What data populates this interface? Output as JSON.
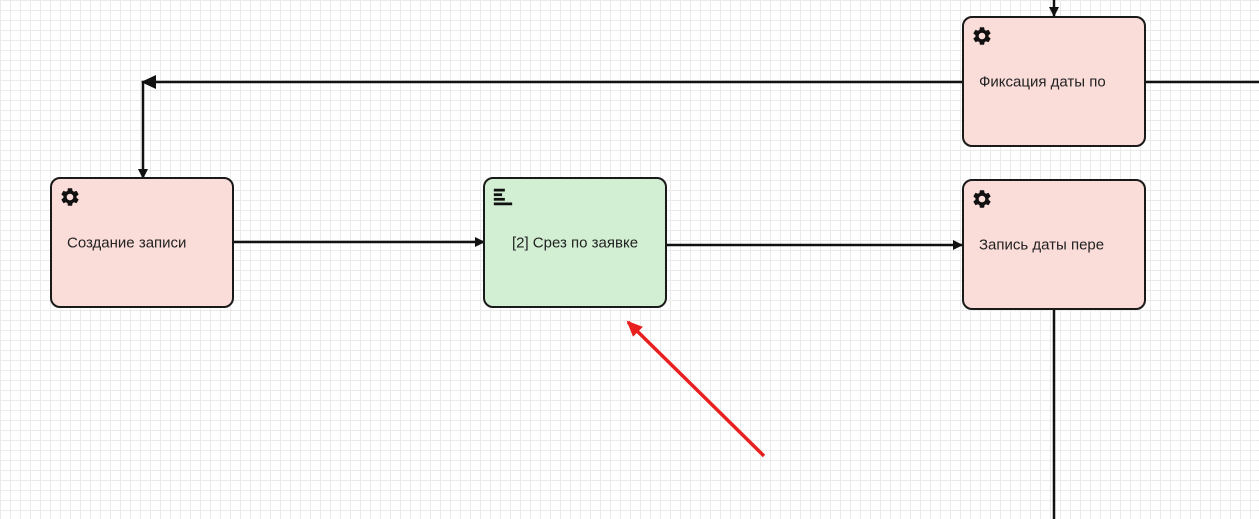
{
  "diagram": {
    "nodes": [
      {
        "id": "create-record",
        "type": "service",
        "label": "Создание записи",
        "icon": "gear-icon"
      },
      {
        "id": "slice-by-request",
        "type": "script",
        "label": "[2] Срез по заявке",
        "icon": "script-lines-icon"
      },
      {
        "id": "fix-date",
        "type": "service",
        "label": "Фиксация даты по",
        "icon": "gear-icon"
      },
      {
        "id": "record-date",
        "type": "service",
        "label": "Запись даты пере",
        "icon": "gear-icon"
      }
    ],
    "colors": {
      "service_fill": "#fadcd9",
      "script_fill": "#d2efd3",
      "stroke": "#1a1a1a",
      "annotation_arrow": "#e8201f",
      "grid": "#eaeaea"
    }
  }
}
